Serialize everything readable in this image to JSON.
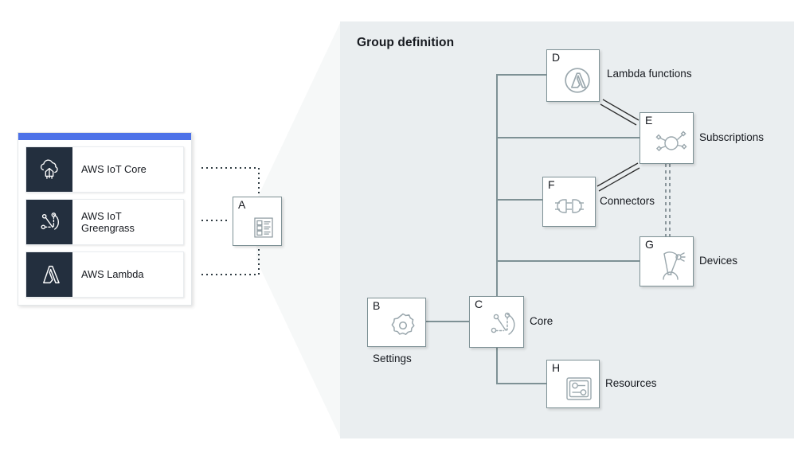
{
  "services_card": {
    "accent_color": "#4d72e8",
    "icon_bg": "#232f3e",
    "items": [
      {
        "label": "AWS IoT Core",
        "icon": "aws-iot-core-icon"
      },
      {
        "label": "AWS IoT\n Greengrass",
        "icon": "aws-iot-greengrass-icon"
      },
      {
        "label": "AWS Lambda",
        "icon": "aws-lambda-icon"
      }
    ]
  },
  "group_panel": {
    "title": "Group definition",
    "background": "#eaeef0"
  },
  "nodes": [
    {
      "key": "A",
      "letter": "A",
      "caption": "",
      "icon": "group-list-icon"
    },
    {
      "key": "B",
      "letter": "B",
      "caption": "Settings",
      "icon": "gear-icon"
    },
    {
      "key": "C",
      "letter": "C",
      "caption": "Core",
      "icon": "greengrass-core-icon"
    },
    {
      "key": "D",
      "letter": "D",
      "caption": "Lambda functions",
      "icon": "lambda-icon"
    },
    {
      "key": "E",
      "letter": "E",
      "caption": "Subscriptions",
      "icon": "subscriptions-hub-icon"
    },
    {
      "key": "F",
      "letter": "F",
      "caption": "Connectors",
      "icon": "connector-plug-icon"
    },
    {
      "key": "G",
      "letter": "G",
      "caption": "Devices",
      "icon": "robot-arm-icon"
    },
    {
      "key": "H",
      "letter": "H",
      "caption": "Resources",
      "icon": "resources-sliders-icon"
    }
  ],
  "colors": {
    "wire": "#7e9195",
    "node_border": "#7e9195",
    "icon_line": "#9aa7ad",
    "text": "#16191f",
    "panel_bg": "#eaeef0",
    "card_accent": "#4d72e8",
    "card_icon_bg": "#232f3e"
  }
}
